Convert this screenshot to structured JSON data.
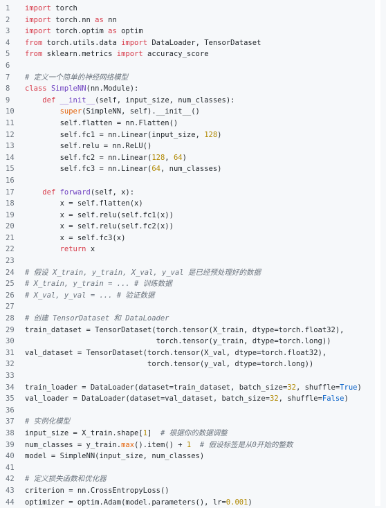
{
  "code": {
    "lines": [
      {
        "n": "1",
        "tokens": [
          {
            "t": "import",
            "c": "kw"
          },
          {
            "t": " torch",
            "c": "pl"
          }
        ]
      },
      {
        "n": "2",
        "tokens": [
          {
            "t": "import",
            "c": "kw"
          },
          {
            "t": " torch.nn ",
            "c": "pl"
          },
          {
            "t": "as",
            "c": "kw"
          },
          {
            "t": " nn",
            "c": "pl"
          }
        ]
      },
      {
        "n": "3",
        "tokens": [
          {
            "t": "import",
            "c": "kw"
          },
          {
            "t": " torch.optim ",
            "c": "pl"
          },
          {
            "t": "as",
            "c": "kw"
          },
          {
            "t": " optim",
            "c": "pl"
          }
        ]
      },
      {
        "n": "4",
        "tokens": [
          {
            "t": "from",
            "c": "kw"
          },
          {
            "t": " torch.utils.data ",
            "c": "pl"
          },
          {
            "t": "import",
            "c": "kw"
          },
          {
            "t": " DataLoader, TensorDataset",
            "c": "pl"
          }
        ]
      },
      {
        "n": "5",
        "tokens": [
          {
            "t": "from",
            "c": "kw"
          },
          {
            "t": " sklearn.metrics ",
            "c": "pl"
          },
          {
            "t": "import",
            "c": "kw"
          },
          {
            "t": " accuracy_score",
            "c": "pl"
          }
        ]
      },
      {
        "n": "6",
        "tokens": []
      },
      {
        "n": "7",
        "tokens": [
          {
            "t": "# 定义一个简单的神经网络模型",
            "c": "cm"
          }
        ]
      },
      {
        "n": "8",
        "tokens": [
          {
            "t": "class",
            "c": "kw"
          },
          {
            "t": " ",
            "c": "pl"
          },
          {
            "t": "SimpleNN",
            "c": "fn"
          },
          {
            "t": "(nn.Module):",
            "c": "pl"
          }
        ]
      },
      {
        "n": "9",
        "tokens": [
          {
            "t": "    ",
            "c": "pl"
          },
          {
            "t": "def",
            "c": "kw"
          },
          {
            "t": " ",
            "c": "pl"
          },
          {
            "t": "__init__",
            "c": "fn"
          },
          {
            "t": "(self, input_size, num_classes):",
            "c": "pl"
          }
        ]
      },
      {
        "n": "10",
        "tokens": [
          {
            "t": "        ",
            "c": "pl"
          },
          {
            "t": "super",
            "c": "bi"
          },
          {
            "t": "(SimpleNN, self).__init__()",
            "c": "pl"
          }
        ]
      },
      {
        "n": "11",
        "tokens": [
          {
            "t": "        self.flatten = nn.Flatten()",
            "c": "pl"
          }
        ]
      },
      {
        "n": "12",
        "tokens": [
          {
            "t": "        self.fc1 = nn.Linear(input_size, ",
            "c": "pl"
          },
          {
            "t": "128",
            "c": "num"
          },
          {
            "t": ")",
            "c": "pl"
          }
        ]
      },
      {
        "n": "13",
        "tokens": [
          {
            "t": "        self.relu = nn.ReLU()",
            "c": "pl"
          }
        ]
      },
      {
        "n": "14",
        "tokens": [
          {
            "t": "        self.fc2 = nn.Linear(",
            "c": "pl"
          },
          {
            "t": "128",
            "c": "num"
          },
          {
            "t": ", ",
            "c": "pl"
          },
          {
            "t": "64",
            "c": "num"
          },
          {
            "t": ")",
            "c": "pl"
          }
        ]
      },
      {
        "n": "15",
        "tokens": [
          {
            "t": "        self.fc3 = nn.Linear(",
            "c": "pl"
          },
          {
            "t": "64",
            "c": "num"
          },
          {
            "t": ", num_classes)",
            "c": "pl"
          }
        ]
      },
      {
        "n": "16",
        "tokens": []
      },
      {
        "n": "17",
        "tokens": [
          {
            "t": "    ",
            "c": "pl"
          },
          {
            "t": "def",
            "c": "kw"
          },
          {
            "t": " ",
            "c": "pl"
          },
          {
            "t": "forward",
            "c": "fn"
          },
          {
            "t": "(self, x):",
            "c": "pl"
          }
        ]
      },
      {
        "n": "18",
        "tokens": [
          {
            "t": "        x = self.flatten(x)",
            "c": "pl"
          }
        ]
      },
      {
        "n": "19",
        "tokens": [
          {
            "t": "        x = self.relu(self.fc1(x))",
            "c": "pl"
          }
        ]
      },
      {
        "n": "20",
        "tokens": [
          {
            "t": "        x = self.relu(self.fc2(x))",
            "c": "pl"
          }
        ]
      },
      {
        "n": "21",
        "tokens": [
          {
            "t": "        x = self.fc3(x)",
            "c": "pl"
          }
        ]
      },
      {
        "n": "22",
        "tokens": [
          {
            "t": "        ",
            "c": "pl"
          },
          {
            "t": "return",
            "c": "kw"
          },
          {
            "t": " x",
            "c": "pl"
          }
        ]
      },
      {
        "n": "23",
        "tokens": []
      },
      {
        "n": "24",
        "tokens": [
          {
            "t": "# 假设 X_train, y_train, X_val, y_val 是已经预处理好的数据",
            "c": "cm"
          }
        ]
      },
      {
        "n": "25",
        "tokens": [
          {
            "t": "# X_train, y_train = ... # 训练数据",
            "c": "cm"
          }
        ]
      },
      {
        "n": "26",
        "tokens": [
          {
            "t": "# X_val, y_val = ... # 验证数据",
            "c": "cm"
          }
        ]
      },
      {
        "n": "27",
        "tokens": []
      },
      {
        "n": "28",
        "tokens": [
          {
            "t": "# 创建 TensorDataset 和 DataLoader",
            "c": "cm"
          }
        ]
      },
      {
        "n": "29",
        "tokens": [
          {
            "t": "train_dataset = TensorDataset(torch.tensor(X_train, dtype=torch.float32),",
            "c": "pl"
          }
        ]
      },
      {
        "n": "30",
        "tokens": [
          {
            "t": "                              torch.tensor(y_train, dtype=torch.long))",
            "c": "pl"
          }
        ]
      },
      {
        "n": "31",
        "tokens": [
          {
            "t": "val_dataset = TensorDataset(torch.tensor(X_val, dtype=torch.float32),",
            "c": "pl"
          }
        ]
      },
      {
        "n": "32",
        "tokens": [
          {
            "t": "                            torch.tensor(y_val, dtype=torch.long))",
            "c": "pl"
          }
        ]
      },
      {
        "n": "33",
        "tokens": []
      },
      {
        "n": "34",
        "tokens": [
          {
            "t": "train_loader = DataLoader(dataset=train_dataset, batch_size=",
            "c": "pl"
          },
          {
            "t": "32",
            "c": "num"
          },
          {
            "t": ", shuffle=",
            "c": "pl"
          },
          {
            "t": "True",
            "c": "cst"
          },
          {
            "t": ")",
            "c": "pl"
          }
        ]
      },
      {
        "n": "35",
        "tokens": [
          {
            "t": "val_loader = DataLoader(dataset=val_dataset, batch_size=",
            "c": "pl"
          },
          {
            "t": "32",
            "c": "num"
          },
          {
            "t": ", shuffle=",
            "c": "pl"
          },
          {
            "t": "False",
            "c": "cst"
          },
          {
            "t": ")",
            "c": "pl"
          }
        ]
      },
      {
        "n": "36",
        "tokens": []
      },
      {
        "n": "37",
        "tokens": [
          {
            "t": "# 实例化模型",
            "c": "cm"
          }
        ]
      },
      {
        "n": "38",
        "tokens": [
          {
            "t": "input_size = X_train.shape[",
            "c": "pl"
          },
          {
            "t": "1",
            "c": "num"
          },
          {
            "t": "]  ",
            "c": "pl"
          },
          {
            "t": "# 根据你的数据调整",
            "c": "cm"
          }
        ]
      },
      {
        "n": "39",
        "tokens": [
          {
            "t": "num_classes = y_train.",
            "c": "pl"
          },
          {
            "t": "max",
            "c": "bi"
          },
          {
            "t": "().item() + ",
            "c": "pl"
          },
          {
            "t": "1",
            "c": "num"
          },
          {
            "t": "  ",
            "c": "pl"
          },
          {
            "t": "# 假设标签是从0开始的整数",
            "c": "cm"
          }
        ]
      },
      {
        "n": "40",
        "tokens": [
          {
            "t": "model = SimpleNN(input_size, num_classes)",
            "c": "pl"
          }
        ]
      },
      {
        "n": "41",
        "tokens": []
      },
      {
        "n": "42",
        "tokens": [
          {
            "t": "# 定义损失函数和优化器",
            "c": "cm"
          }
        ]
      },
      {
        "n": "43",
        "tokens": [
          {
            "t": "criterion = nn.CrossEntropyLoss()",
            "c": "pl"
          }
        ]
      },
      {
        "n": "44",
        "tokens": [
          {
            "t": "optimizer = optim.Adam(model.parameters(), lr=",
            "c": "pl"
          },
          {
            "t": "0.001",
            "c": "num"
          },
          {
            "t": ")",
            "c": "pl"
          }
        ]
      }
    ]
  },
  "colors": {
    "background": "#f6f8fa",
    "keyword": "#d73a49",
    "function": "#6f42c1",
    "number": "#b08800",
    "builtin": "#e36209",
    "constant": "#005cc5",
    "comment": "#6a737d"
  }
}
